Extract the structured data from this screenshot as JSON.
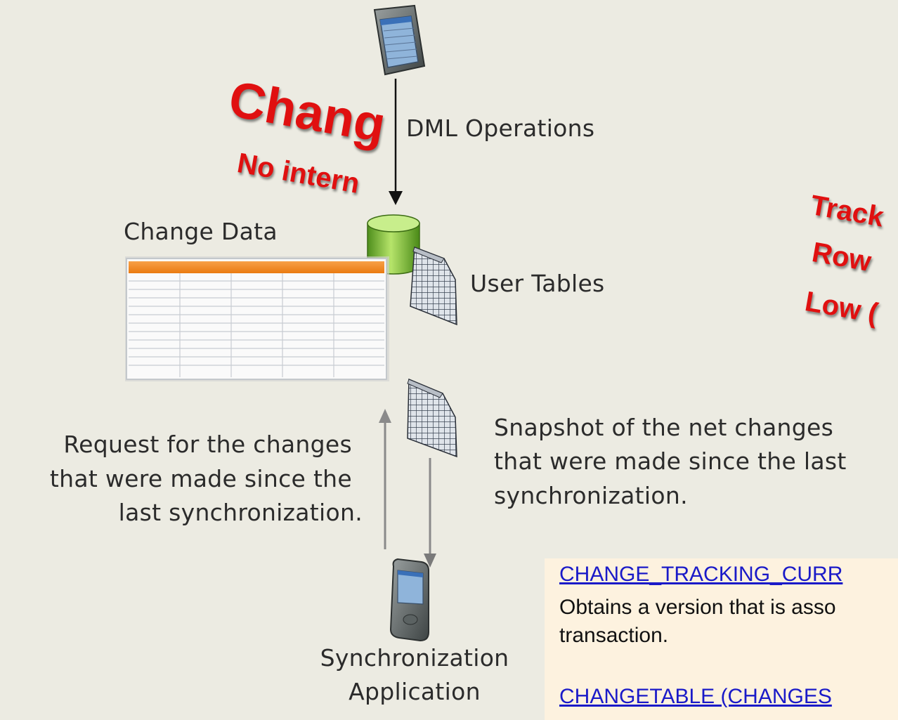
{
  "labels": {
    "dml_operations": "DML Operations",
    "change_data": "Change Data",
    "user_tables": "User Tables",
    "request_line1": "Request for the changes",
    "request_line2": "that were made since the",
    "request_line3": "last synchronization.",
    "snapshot_line1": "Snapshot of the net changes",
    "snapshot_line2": "that were made since the last",
    "snapshot_line3": "synchronization.",
    "sync_app_line1": "Synchronization",
    "sync_app_line2": "Application"
  },
  "overlay": {
    "title": "Chang",
    "line1": "No intern",
    "line2": "Track",
    "line3": "Row",
    "line4": "Low ("
  },
  "info_box": {
    "link1": "CHANGE_TRACKING_CURR",
    "desc1_line1": "Obtains a version that is asso",
    "desc1_line2": "transaction.",
    "link2": "CHANGETABLE (CHANGES"
  },
  "colors": {
    "background": "#ecebe2",
    "overlay_text": "#e01010",
    "info_box_bg": "#fdf2df",
    "link": "#1a1ac8",
    "table_header": "#f08a1e",
    "database": "#7fc23a"
  }
}
